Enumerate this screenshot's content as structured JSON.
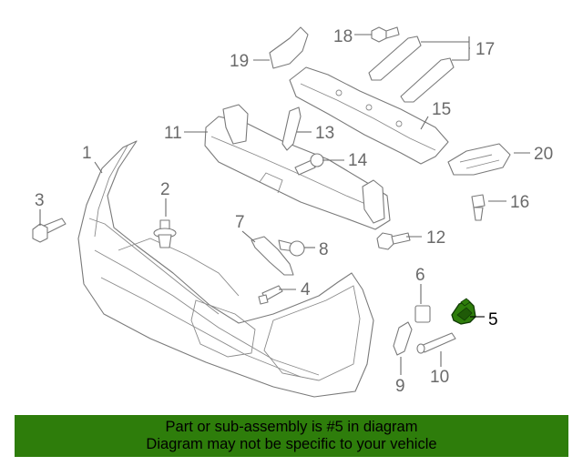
{
  "diagram": {
    "callouts": [
      {
        "key": "c1",
        "text": "1"
      },
      {
        "key": "c2",
        "text": "2"
      },
      {
        "key": "c3",
        "text": "3"
      },
      {
        "key": "c4",
        "text": "4"
      },
      {
        "key": "c5",
        "text": "5"
      },
      {
        "key": "c6",
        "text": "6"
      },
      {
        "key": "c7",
        "text": "7"
      },
      {
        "key": "c8",
        "text": "8"
      },
      {
        "key": "c9",
        "text": "9"
      },
      {
        "key": "c10",
        "text": "10"
      },
      {
        "key": "c11",
        "text": "11"
      },
      {
        "key": "c12",
        "text": "12"
      },
      {
        "key": "c13",
        "text": "13"
      },
      {
        "key": "c14",
        "text": "14"
      },
      {
        "key": "c15",
        "text": "15"
      },
      {
        "key": "c16",
        "text": "16"
      },
      {
        "key": "c17",
        "text": "17"
      },
      {
        "key": "c18",
        "text": "18"
      },
      {
        "key": "c19",
        "text": "19"
      },
      {
        "key": "c20",
        "text": "20"
      }
    ],
    "highlight_color": "#2e7d0b"
  },
  "banner": {
    "line1": "Part or sub-assembly is #5 in diagram",
    "line2": "Diagram may not be specific to your vehicle",
    "color": "#2e7d0b"
  }
}
